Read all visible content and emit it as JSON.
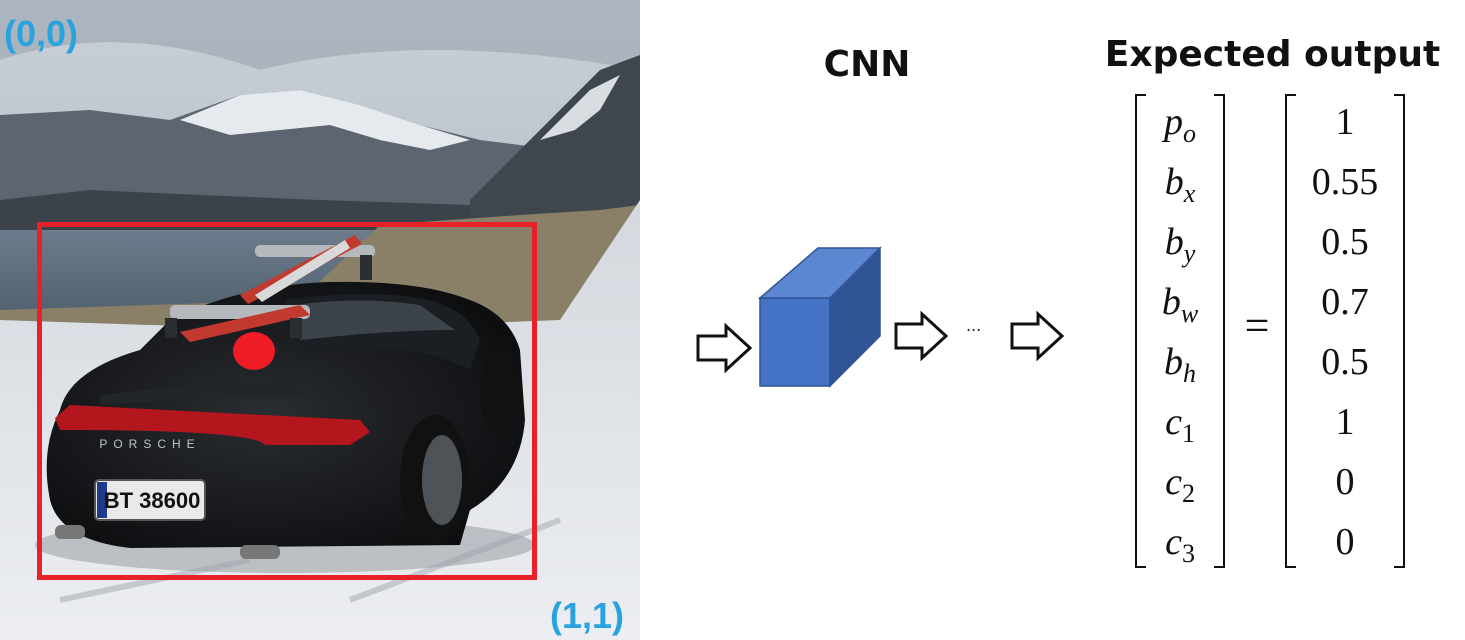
{
  "photo": {
    "coord_origin": "(0,0)",
    "coord_end": "(1,1)",
    "plate_text": "BT 38600",
    "badge_text": "PORSCHE"
  },
  "cnn": {
    "label": "CNN",
    "ellipsis": "..."
  },
  "output": {
    "title": "Expected output",
    "equals": "=",
    "rows": [
      {
        "var": "p",
        "sub": "o",
        "value": "1"
      },
      {
        "var": "b",
        "sub": "x",
        "value": "0.55"
      },
      {
        "var": "b",
        "sub": "y",
        "value": "0.5"
      },
      {
        "var": "b",
        "sub": "w",
        "value": "0.7"
      },
      {
        "var": "b",
        "sub": "h",
        "value": "0.5"
      },
      {
        "var": "c",
        "sub": "1",
        "value": "1"
      },
      {
        "var": "c",
        "sub": "2",
        "value": "0"
      },
      {
        "var": "c",
        "sub": "3",
        "value": "0"
      }
    ]
  },
  "colors": {
    "box": "#e8202a",
    "dot": "#ee1c25",
    "coords": "#29a3e0",
    "cube_front": "#4472c4",
    "cube_top": "#5b87d0",
    "cube_side": "#2f5597"
  }
}
